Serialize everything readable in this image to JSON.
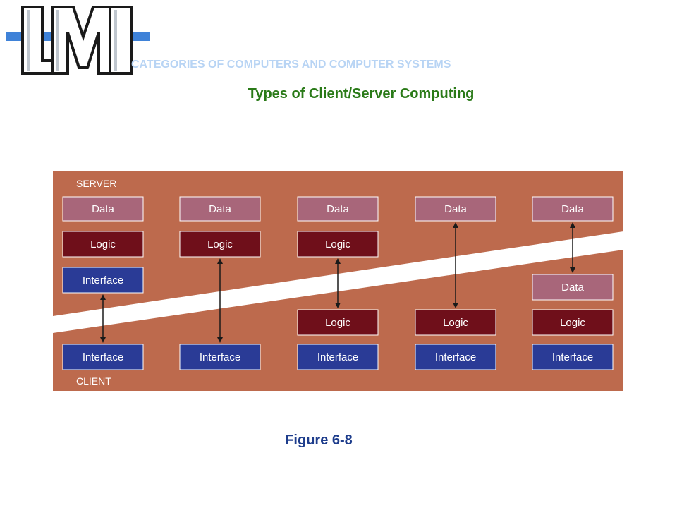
{
  "logo": {
    "text": "LMI"
  },
  "header": {
    "category": "CATEGORIES OF COMPUTERS AND COMPUTER SYSTEMS",
    "title": "Types of Client/Server Computing"
  },
  "diagram": {
    "server_label": "SERVER",
    "client_label": "CLIENT",
    "columns": [
      {
        "server": [
          "Data",
          "Logic",
          "Interface"
        ],
        "client": [
          "Interface"
        ]
      },
      {
        "server": [
          "Data",
          "Logic"
        ],
        "client": [
          "Interface"
        ]
      },
      {
        "server": [
          "Data",
          "Logic"
        ],
        "client": [
          "Logic",
          "Interface"
        ]
      },
      {
        "server": [
          "Data"
        ],
        "client": [
          "Logic",
          "Interface"
        ]
      },
      {
        "server": [
          "Data"
        ],
        "client": [
          "Data",
          "Logic",
          "Interface"
        ]
      }
    ]
  },
  "caption": "Figure 6-8",
  "colors": {
    "background": "#bd6a4d",
    "data": "#a8667a",
    "logic": "#6f0f1a",
    "interface": "#2a3b96",
    "band": "#ffffff",
    "category_text": "#b8d4f4",
    "title_text": "#2a7a18",
    "caption_text": "#1e3d8c"
  }
}
